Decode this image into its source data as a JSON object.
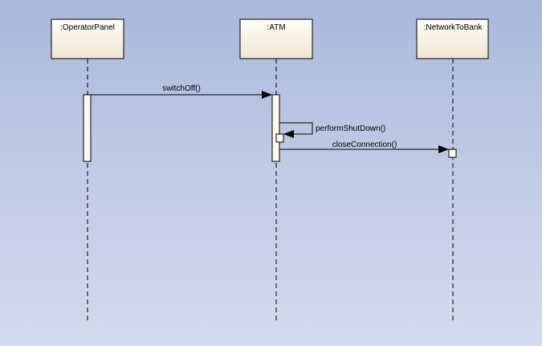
{
  "diagram": {
    "type": "sequence",
    "lifelines": [
      {
        "id": "operator_panel",
        "label": ":OperatorPanel"
      },
      {
        "id": "atm",
        "label": ":ATM"
      },
      {
        "id": "network_to_bank",
        "label": ":NetworkToBank"
      }
    ],
    "messages": [
      {
        "from": ":OperatorPanel",
        "to": ":ATM",
        "label": "switchOff()"
      },
      {
        "from": ":ATM",
        "to": ":ATM",
        "label": "performShutDown()"
      },
      {
        "from": ":ATM",
        "to": ":NetworkToBank",
        "label": "closeConnection()"
      }
    ],
    "colors": {
      "box_fill": "#f4eedf",
      "activation_fill": "#fdf9f0",
      "stroke": "#000000"
    }
  }
}
